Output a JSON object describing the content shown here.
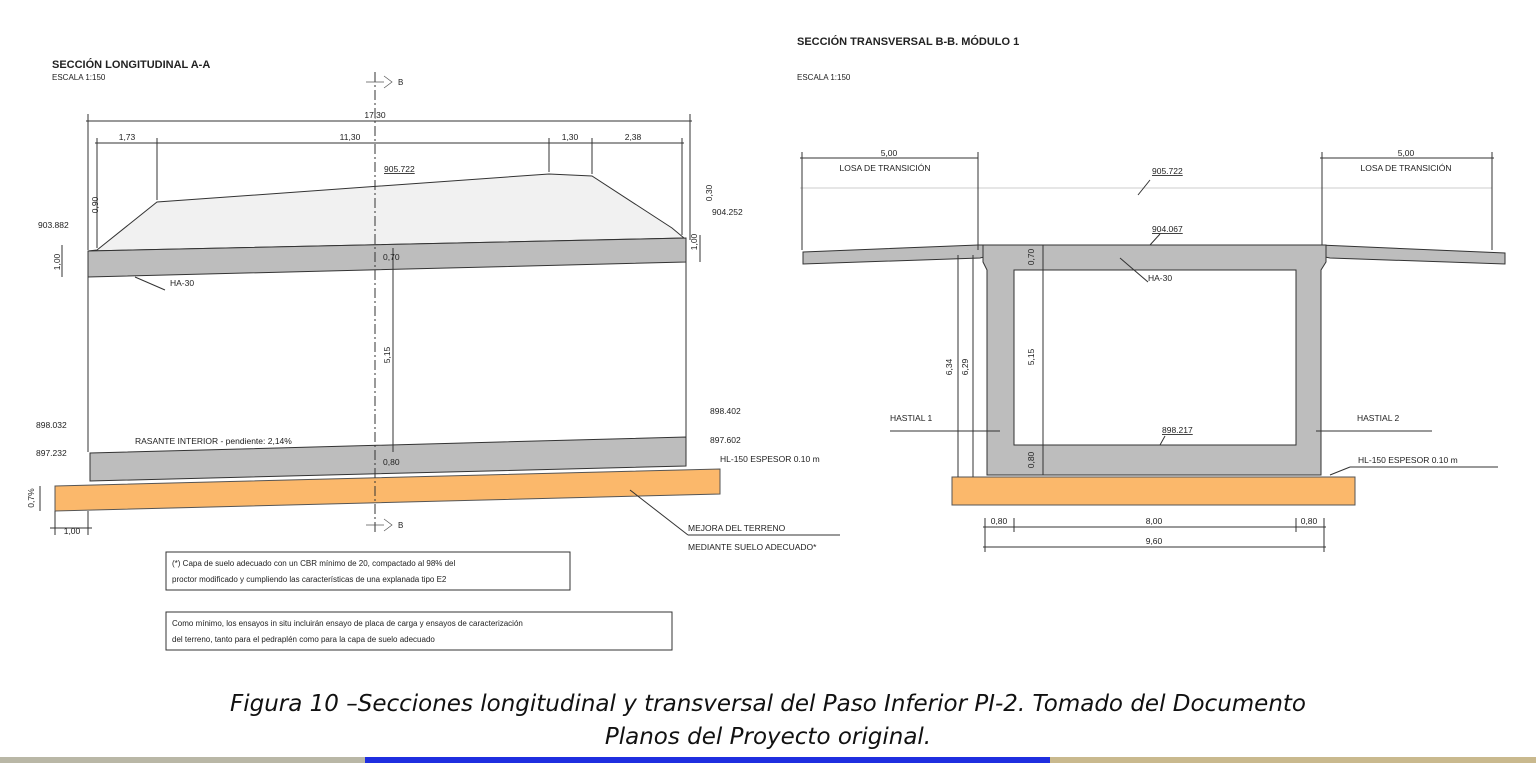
{
  "longitudinal": {
    "title": "SECCIÓN LONGITUDINAL A-A",
    "scale": "ESCALA 1:150",
    "section_marker": "B",
    "dims": {
      "total": "17,30",
      "d1": "1,73",
      "d2": "11,30",
      "d3": "1,30",
      "d4": "2,38",
      "left_h": "1,00",
      "left_fill": "0,90",
      "right_fill": "0,30",
      "right_h": "1,00",
      "top_slab": "0,70",
      "clear_height": "5,15",
      "bottom_slab": "0,80",
      "soil_offset": "1,00",
      "soil_thk": "0,7%"
    },
    "elevations": {
      "top_left": "903.882",
      "top_right": "904.252",
      "road": "905.722",
      "inner_left": "898.032",
      "base_left": "897.232",
      "inner_right": "898.402",
      "base_right": "897.602"
    },
    "labels": {
      "concrete": "HA-30",
      "rasante": "RASANTE INTERIOR - pendiente: 2,14%",
      "hl": "HL-150 ESPESOR 0.10 m",
      "mejora1": "MEJORA DEL TERRENO",
      "mejora2": "MEDIANTE SUELO ADECUADO*"
    },
    "notes": [
      [
        "(*) Capa de suelo adecuado con un CBR mínimo de 20, compactado al 98% del",
        "proctor modificado y cumpliendo las características de una explanada tipo E2"
      ],
      [
        "Como mínimo, los ensayos in situ incluirán ensayo de placa de carga y ensayos de caracterización",
        "del terreno, tanto para el pedraplén como para la capa de suelo adecuado"
      ]
    ]
  },
  "transversal": {
    "title": "SECCIÓN TRANSVERSAL B-B. MÓDULO 1",
    "scale": "ESCALA 1:150",
    "dims": {
      "losa_left": "5,00",
      "losa_right": "5,00",
      "top_slab": "0,70",
      "clear_height": "5,15",
      "h1": "6,34",
      "h2": "6,29",
      "bottom_slab": "0,80",
      "wall_left": "0,80",
      "span": "8,00",
      "wall_right": "0,80",
      "total": "9,60"
    },
    "elevations": {
      "road": "905.722",
      "top": "904.067",
      "inner": "898.217"
    },
    "labels": {
      "losa_left": "LOSA DE TRANSICIÓN",
      "losa_right": "LOSA DE TRANSICIÓN",
      "concrete": "HA-30",
      "hastial1": "HASTIAL 1",
      "hastial2": "HASTIAL 2",
      "hl": "HL-150 ESPESOR 0.10 m"
    }
  },
  "caption": {
    "line1": "Figura 10 –Secciones longitudinal y transversal del Paso Inferior PI-2. Tomado del Documento",
    "line2": "Planos del Proyecto original."
  },
  "colors": {
    "concrete": "#bdbdbd",
    "soil": "#fbb86b"
  }
}
